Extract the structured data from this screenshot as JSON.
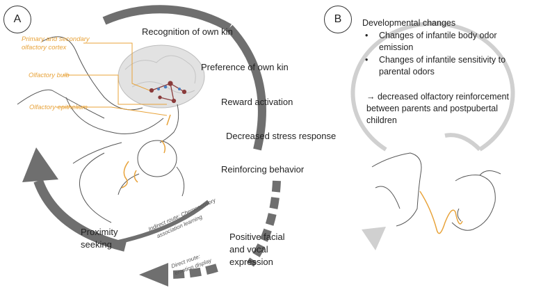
{
  "panel_a": {
    "letter": "A",
    "anatomy": {
      "cortex_line1": "Primary and secondary",
      "cortex_line2": "olfactory cortex",
      "bulb": "Olfactory bulb",
      "epithelium": "Olfactory epithelium"
    },
    "steps": {
      "s1": "Recognition of own kin",
      "s2": "Preference of own kin",
      "s3": "Reward activation",
      "s4": "Decreased stress response",
      "s5": "Reinforcing behavior",
      "s6_line1": "Positive facial",
      "s6_line2": "and vocal",
      "s6_line3": "expression",
      "s7_line1": "Proximity",
      "s7_line2": "seeking"
    },
    "routes": {
      "indirect_line1": "Indirect route: Chemosensory",
      "indirect_line2": "association learning",
      "direct_line1": "Direct route:",
      "direct_line2": "emotion display"
    }
  },
  "panel_b": {
    "letter": "B",
    "heading": "Developmental changes",
    "bullet1_line1": "Changes of infantile body odor",
    "bullet1_line2": "emission",
    "bullet2_line1": "Changes of infantile sensitivity to",
    "bullet2_line2": "parental odors",
    "conclusion_line1": "→ decreased olfactory reinforcement",
    "conclusion_line2": "between parents and postpubertal",
    "conclusion_line3": "children",
    "bullet_symbol": "•"
  },
  "colors": {
    "arrow_gray": "#6f6f6f",
    "light_gray": "#cfcfcf",
    "orange": "#e8a33a",
    "brain": "#d9d9d9"
  }
}
